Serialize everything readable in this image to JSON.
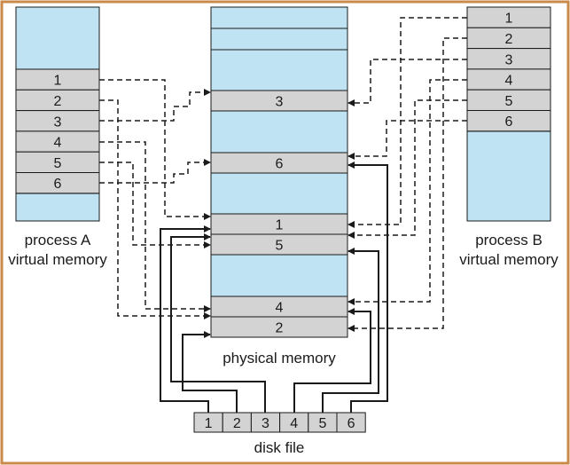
{
  "process_a": {
    "caption_line1": "process A",
    "caption_line2": "virtual memory",
    "pages": [
      "1",
      "2",
      "3",
      "4",
      "5",
      "6"
    ]
  },
  "process_b": {
    "caption_line1": "process B",
    "caption_line2": "virtual memory",
    "pages": [
      "1",
      "2",
      "3",
      "4",
      "5",
      "6"
    ]
  },
  "physical_memory": {
    "caption": "physical memory",
    "frames": [
      "3",
      "6",
      "1",
      "5",
      "4",
      "2"
    ]
  },
  "disk_file": {
    "caption": "disk file",
    "blocks": [
      "1",
      "2",
      "3",
      "4",
      "5",
      "6"
    ]
  },
  "colors": {
    "frame_border": "#c98a4a",
    "memory_blue": "#bfe3f3",
    "page_gray": "#d3d3d3",
    "line": "#1a1a1a"
  }
}
